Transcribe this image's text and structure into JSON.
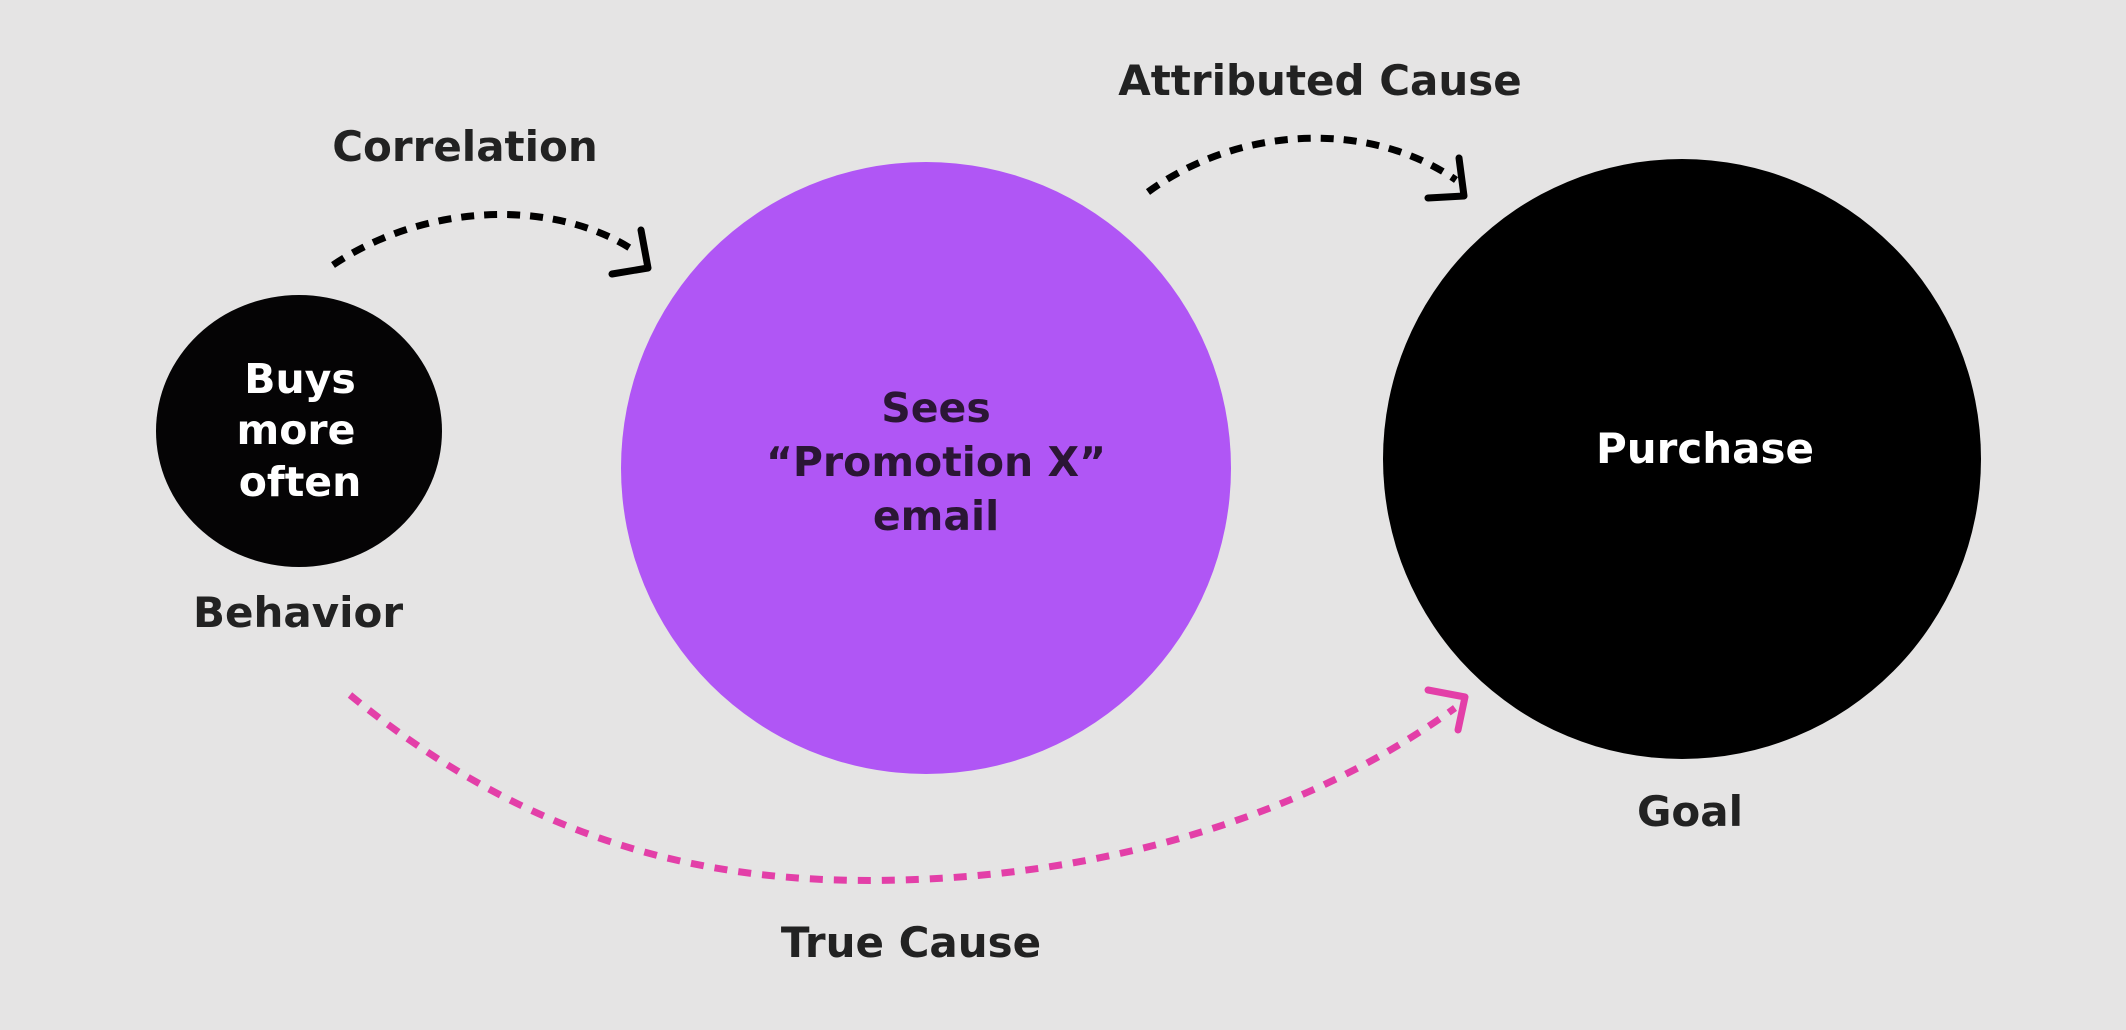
{
  "labels": {
    "correlation": "Correlation",
    "attributed_cause": "Attributed Cause",
    "true_cause": "True Cause",
    "behavior": "Behavior",
    "goal": "Goal"
  },
  "nodes": {
    "behavior": {
      "lines": [
        "Buys",
        "more",
        "often"
      ],
      "fill": "#050405",
      "text_color": "#ffffff"
    },
    "email": {
      "lines": [
        "Sees",
        "“Promotion X”",
        "email"
      ],
      "fill": "#b056f5",
      "text_color": "#2b1635"
    },
    "purchase": {
      "lines": [
        "Purchase"
      ],
      "fill": "#000000",
      "text_color": "#ffffff"
    }
  },
  "colors": {
    "background": "#e5e4e4",
    "label_text": "#222222",
    "correlation_arrow": "#000000",
    "attributed_arrow": "#000000",
    "true_cause_arrow": "#e33fa8"
  }
}
